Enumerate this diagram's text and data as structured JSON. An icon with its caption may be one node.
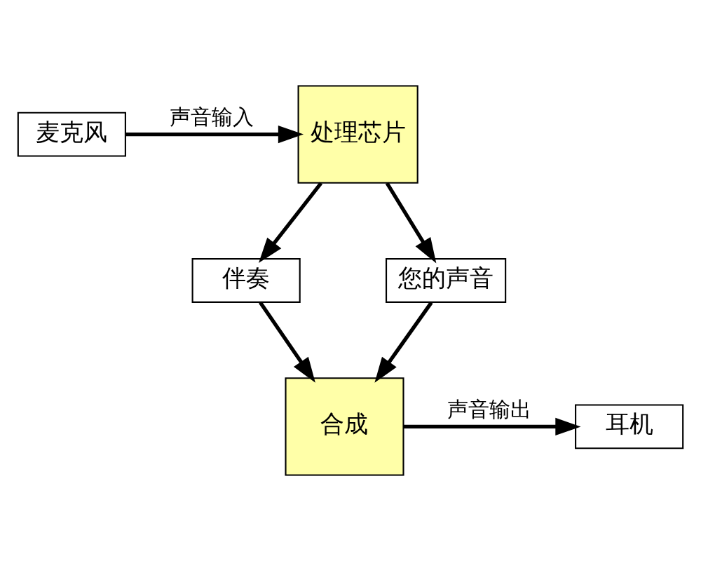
{
  "diagram": {
    "nodes": [
      {
        "text": [
          "麦克风"
        ]
      },
      {
        "text": [
          "处理芯片"
        ]
      },
      {
        "text": [
          "伴奏"
        ]
      },
      {
        "text": [
          "您的声音"
        ]
      },
      {
        "text": [
          "合成"
        ]
      },
      {
        "text": [
          "耳机"
        ]
      }
    ],
    "edges": [
      {
        "from": 0,
        "to": 1,
        "arrow": "to",
        "label": "声音输入"
      },
      {
        "from": 1,
        "to": 2,
        "arrow": "to"
      },
      {
        "from": 1,
        "to": 3,
        "arrow": "to"
      },
      {
        "from": 2,
        "to": 4,
        "arrow": "to"
      },
      {
        "from": 3,
        "to": 4,
        "arrow": "to"
      },
      {
        "from": 4,
        "to": 5,
        "arrow": "to",
        "label": "声音输出"
      }
    ]
  }
}
